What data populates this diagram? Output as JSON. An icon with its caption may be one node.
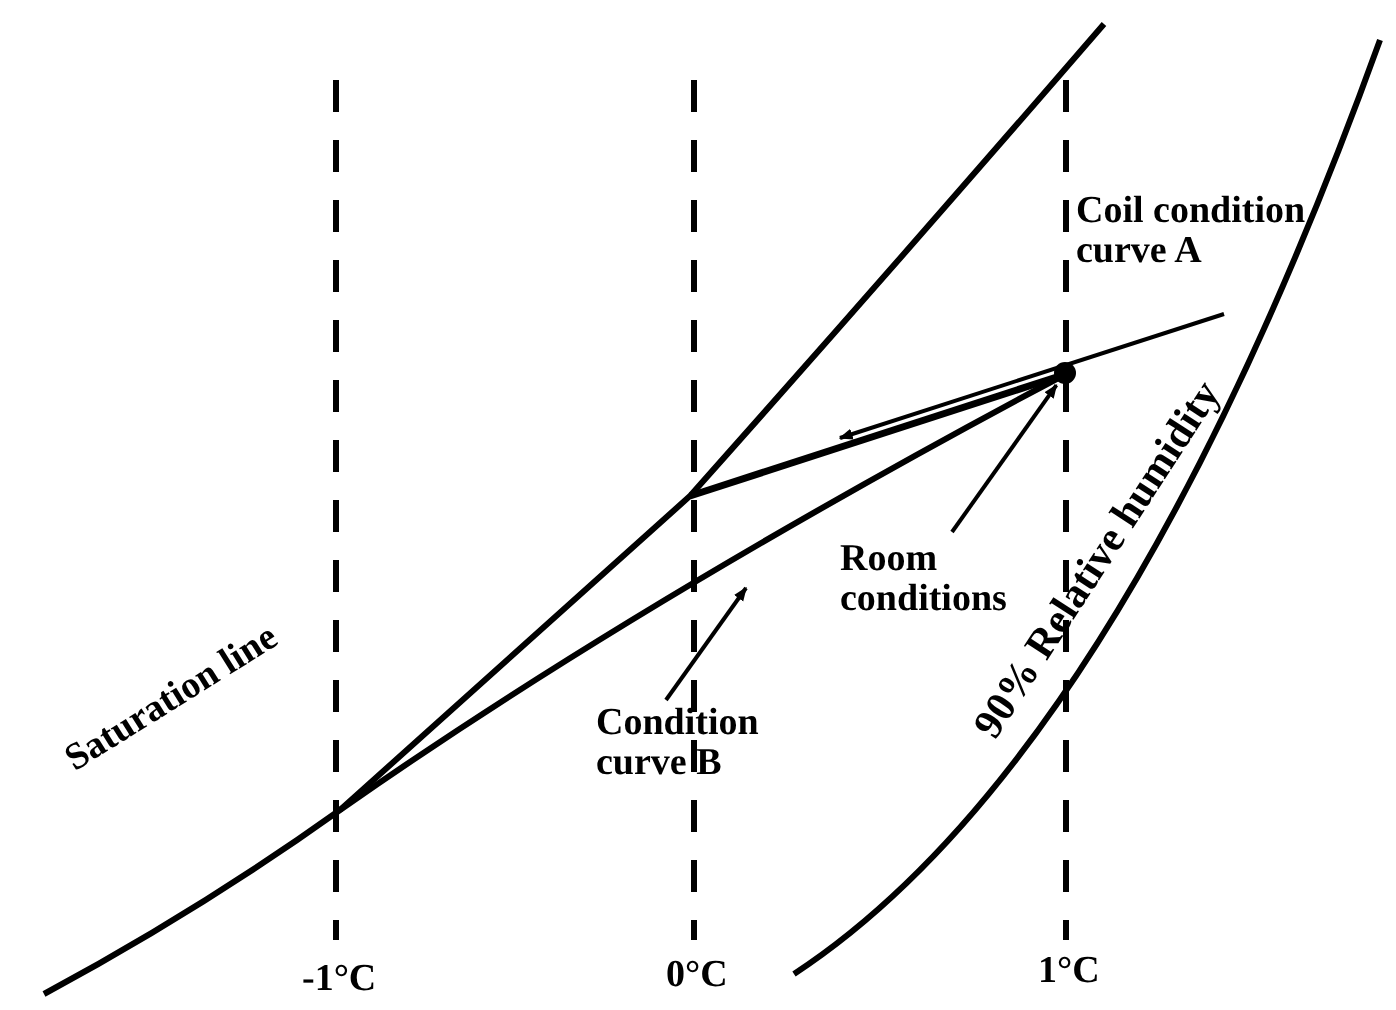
{
  "diagram": {
    "nodes": [
      {
        "text": [
          "Coil condition curve A"
        ]
      },
      {
        "text": [
          "Room conditions"
        ]
      },
      {
        "text": [
          "Condition curve B"
        ]
      },
      {
        "text": [],
        "shape": "circle"
      }
    ],
    "edges": [
      {
        "from": 0,
        "to": null,
        "arrow": "to"
      },
      {
        "from": 1,
        "to": 3,
        "arrow": "to"
      },
      {
        "from": 2,
        "to": null,
        "arrow": "to"
      }
    ],
    "labels": [
      "Saturation line",
      "90% Relative humidity",
      "-1°C",
      "0°C",
      "1°C"
    ]
  }
}
